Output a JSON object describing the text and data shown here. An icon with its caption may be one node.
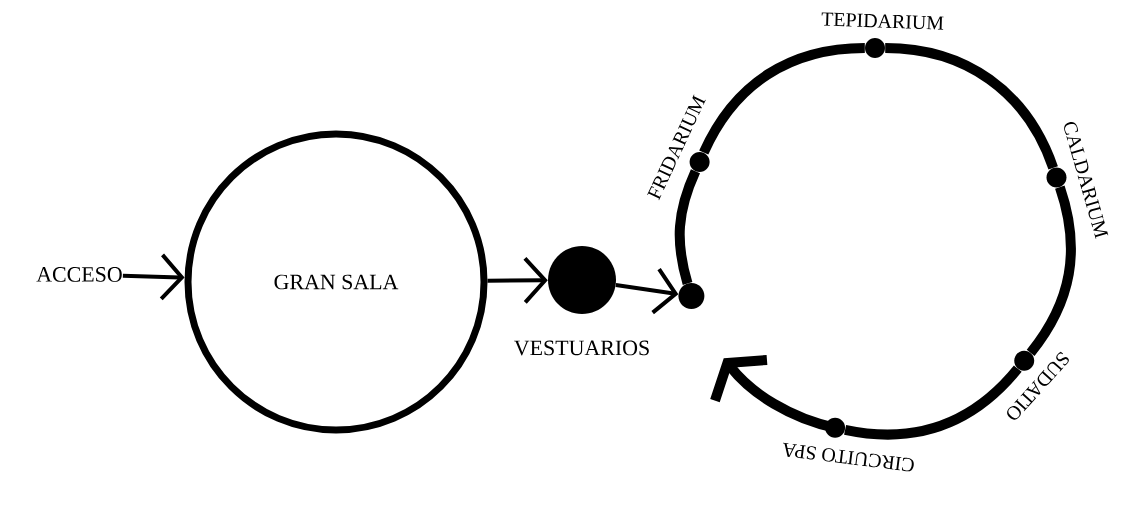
{
  "diagram": {
    "nodes": [
      {
        "text": [
          "ACCESO"
        ]
      },
      {
        "text": [
          "GRAN SALA"
        ]
      },
      {
        "text": [
          "VESTUARIOS"
        ]
      },
      {
        "text": [],
        "shape": "circle"
      },
      {
        "text": [
          "FRIDARIUM"
        ]
      },
      {
        "text": [
          "TEPIDARIUM"
        ]
      },
      {
        "text": [
          "CALDARIUM"
        ]
      },
      {
        "text": [
          "SUDATIO"
        ]
      },
      {
        "text": [
          "CIRCUITO SPA"
        ]
      }
    ],
    "edges": [
      {
        "from": 0,
        "to": 1,
        "arrow": "to"
      },
      {
        "from": 1,
        "to": 2,
        "arrow": "to"
      },
      {
        "from": 2,
        "to": 3,
        "arrow": "to"
      },
      {
        "from": 3,
        "to": 4,
        "arrow": "none"
      },
      {
        "from": 4,
        "to": 5,
        "arrow": "none"
      },
      {
        "from": 5,
        "to": 6,
        "arrow": "none"
      },
      {
        "from": 6,
        "to": 7,
        "arrow": "none"
      },
      {
        "from": 7,
        "to": 8,
        "arrow": "none"
      },
      {
        "from": 8,
        "to": null,
        "arrow": "to"
      }
    ]
  }
}
